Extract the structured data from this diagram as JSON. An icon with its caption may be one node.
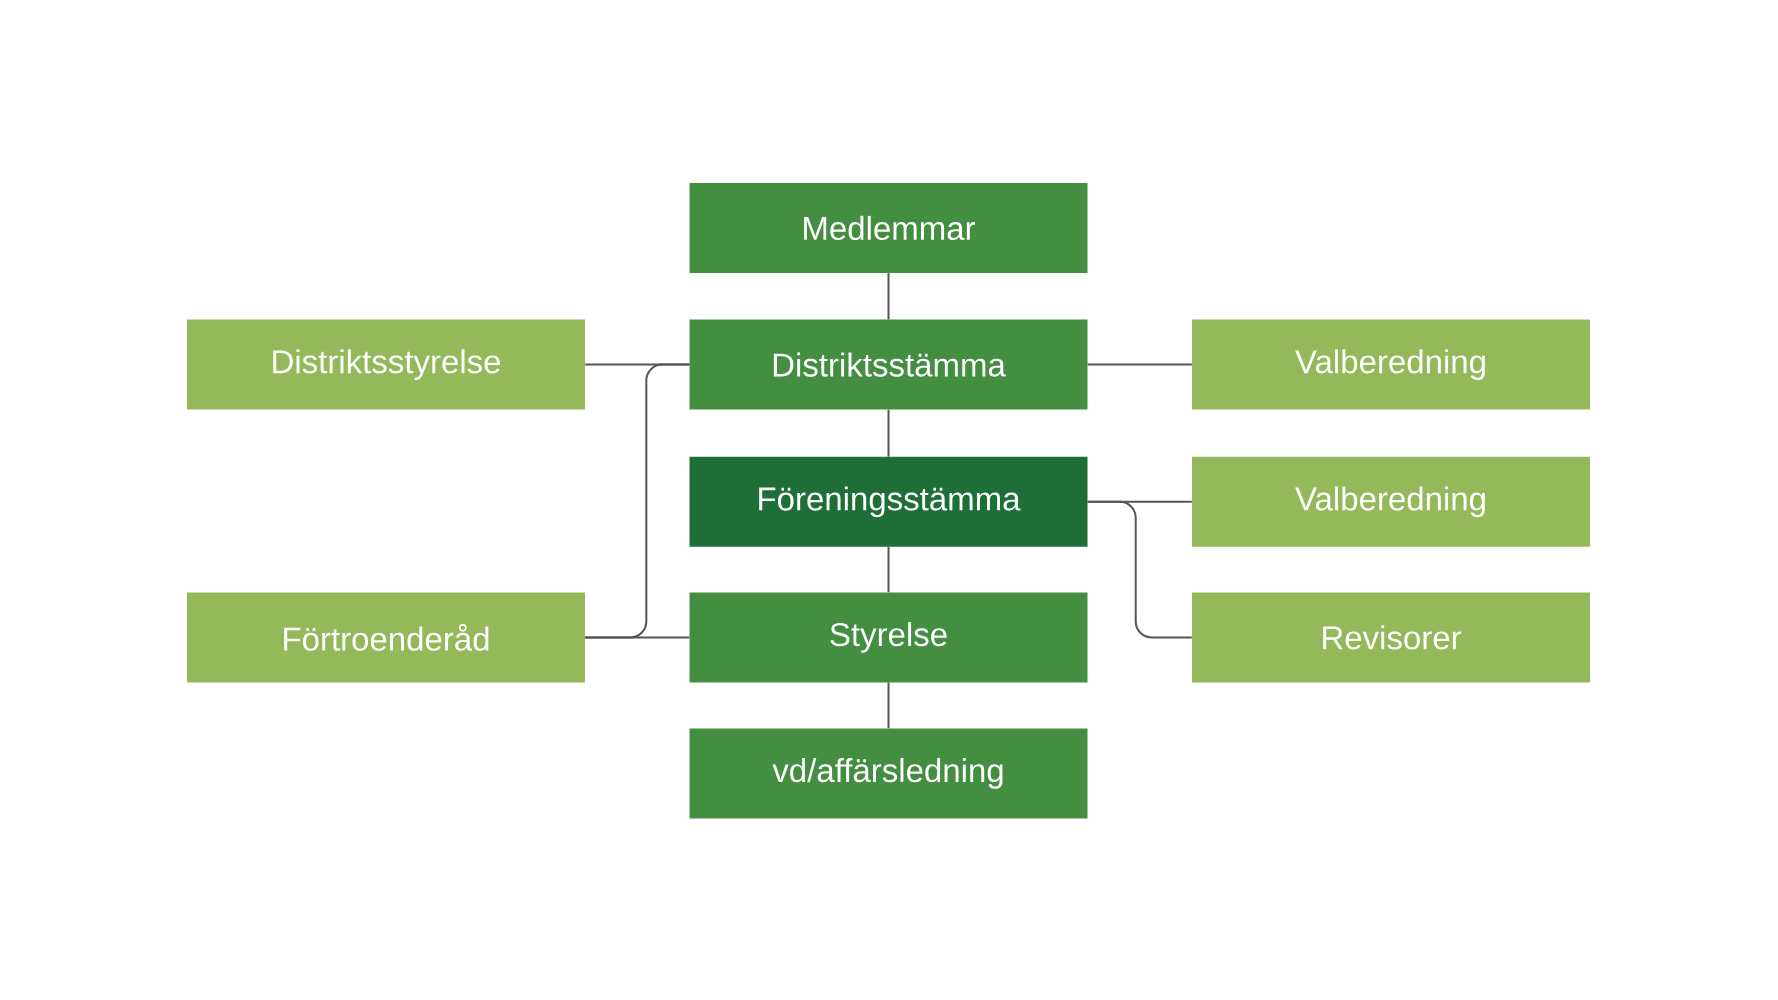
{
  "diagram": {
    "nodes": [
      {
        "text": [
          "Medlemmar"
        ]
      },
      {
        "text": [
          "Distriktsstyrelse"
        ]
      },
      {
        "text": [
          "Distriktsstämma"
        ]
      },
      {
        "text": [
          "Valberedning"
        ]
      },
      {
        "text": [
          "Föreningsstämma"
        ]
      },
      {
        "text": [
          "Valberedning"
        ]
      },
      {
        "text": [
          "Förtroenderåd"
        ]
      },
      {
        "text": [
          "Styrelse"
        ]
      },
      {
        "text": [
          "Revisorer"
        ]
      },
      {
        "text": [
          "vd/affärsledning"
        ]
      }
    ],
    "edges": [
      {
        "from": 0,
        "to": 2,
        "arrow": "none"
      },
      {
        "from": 1,
        "to": 2,
        "arrow": "none"
      },
      {
        "from": 2,
        "to": 3,
        "arrow": "none"
      },
      {
        "from": 2,
        "to": 6,
        "arrow": "none"
      },
      {
        "from": 2,
        "to": 4,
        "arrow": "none"
      },
      {
        "from": 4,
        "to": 5,
        "arrow": "none"
      },
      {
        "from": 4,
        "to": 8,
        "arrow": "none"
      },
      {
        "from": 4,
        "to": 7,
        "arrow": "none"
      },
      {
        "from": 6,
        "to": 7,
        "arrow": "none"
      },
      {
        "from": 7,
        "to": 9,
        "arrow": "none"
      }
    ]
  }
}
